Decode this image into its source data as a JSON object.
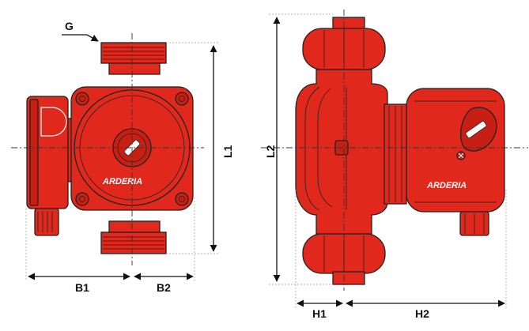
{
  "labels": {
    "g": "G",
    "l1": "L1",
    "l2": "L2",
    "b1": "B1",
    "b2": "B2",
    "h1": "H1",
    "h2": "H2"
  },
  "brand": {
    "front": "ARDERIA",
    "side": "ARDERIA"
  },
  "colors": {
    "body": "#e0281c",
    "outline": "#222222"
  }
}
